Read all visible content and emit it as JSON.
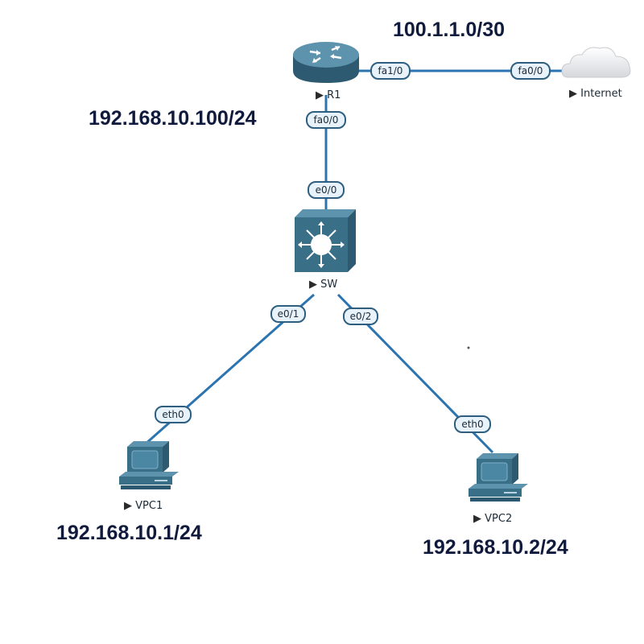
{
  "diagram": {
    "networks": {
      "wan": "100.1.1.0/30",
      "r1_lan": "192.168.10.100/24",
      "vpc1_ip": "192.168.10.1/24",
      "vpc2_ip": "192.168.10.2/24"
    },
    "nodes": {
      "r1": {
        "label": "R1",
        "type": "router",
        "icon": "router-icon"
      },
      "internet": {
        "label": "Internet",
        "type": "cloud",
        "icon": "cloud-icon"
      },
      "sw": {
        "label": "SW",
        "type": "switch",
        "icon": "multilayer-switch-icon"
      },
      "vpc1": {
        "label": "VPC1",
        "type": "pc",
        "icon": "pc-icon"
      },
      "vpc2": {
        "label": "VPC2",
        "type": "pc",
        "icon": "pc-icon"
      }
    },
    "interfaces": {
      "r1_fa1_0": "fa1/0",
      "internet_fa0_0": "fa0/0",
      "r1_fa0_0": "fa0/0",
      "sw_e0_0": "e0/0",
      "sw_e0_1": "e0/1",
      "sw_e0_2": "e0/2",
      "vpc1_eth0": "eth0",
      "vpc2_eth0": "eth0"
    },
    "links": [
      {
        "from": "R1",
        "from_if": "fa1/0",
        "to": "Internet",
        "to_if": "fa0/0"
      },
      {
        "from": "R1",
        "from_if": "fa0/0",
        "to": "SW",
        "to_if": "e0/0"
      },
      {
        "from": "SW",
        "from_if": "e0/1",
        "to": "VPC1",
        "to_if": "eth0"
      },
      {
        "from": "SW",
        "from_if": "e0/2",
        "to": "VPC2",
        "to_if": "eth0"
      }
    ],
    "colors": {
      "link": "#2b74b0",
      "device": "#3a6f88",
      "label_text": "#101a3c"
    }
  }
}
